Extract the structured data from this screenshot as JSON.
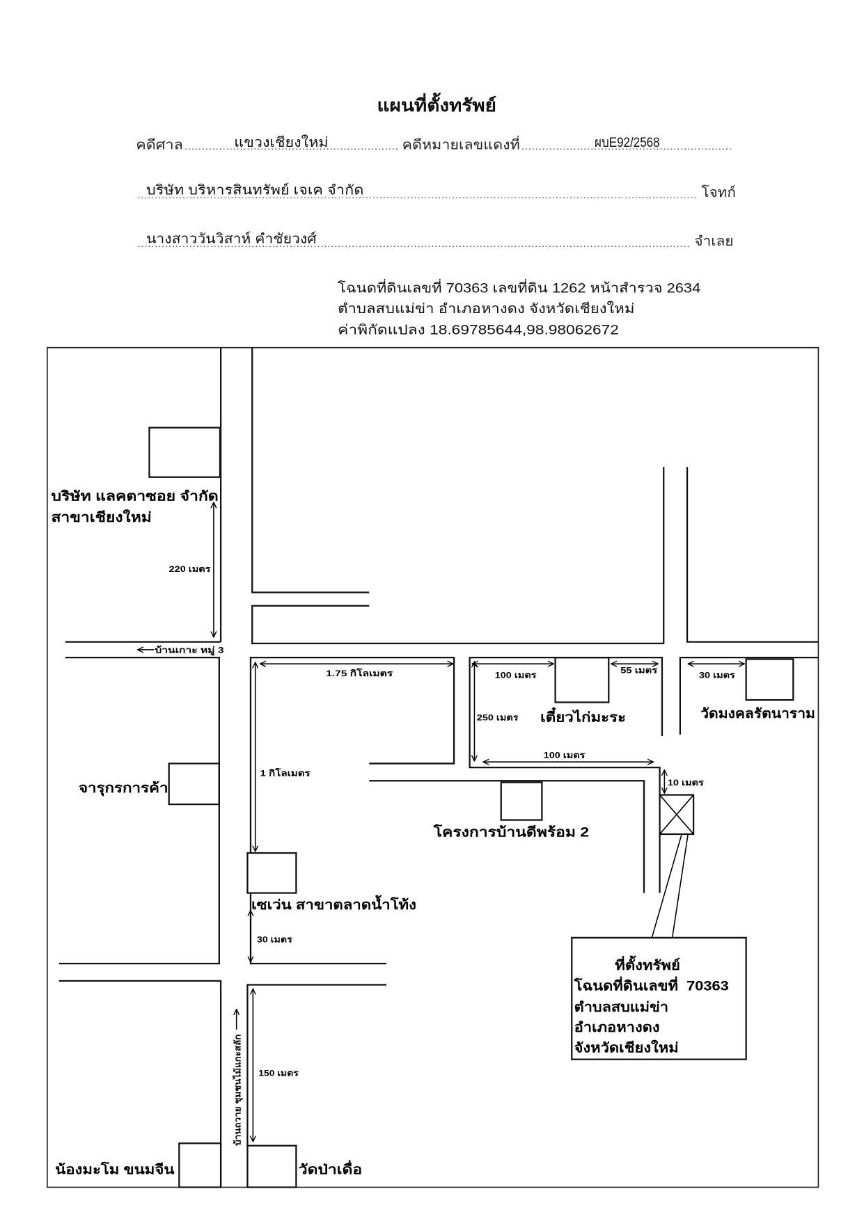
{
  "title": "แผนที่ตั้งทรัพย์",
  "case": {
    "court_label": "คดีศาล",
    "court_value": "แขวงเชียงใหม่",
    "red_case_label": "คดีหมายเลขแดงที่",
    "red_case_value": "ผบE92/2568",
    "plaintiff_name": "บริษัท บริหารสินทรัพย์ เจเค จำกัด",
    "plaintiff_label": "โจทก์",
    "defendant_name": "นางสาววันวิสาห์ คำชัยวงศ์",
    "defendant_label": "จำเลย"
  },
  "deed": {
    "line1": "โฉนดที่ดินเลขที่ 70363 เลขที่ดิน 1262 หน้าสำรวจ 2634",
    "line2": "ตำบลสบแม่ข่า อำเภอหางดง จังหวัดเชียงใหม่",
    "line3": "ค่าพิกัดแปลง 18.69785644,98.98062672"
  },
  "map": {
    "landmarks": {
      "lactasoy_line1": "บริษัท แลคตาซอย จำกัด",
      "lactasoy_line2": "สาขาเชียงใหม่",
      "baan_koh": "บ้านเกาะ หมู่ 3",
      "jaruk": "จารุกรการค้า",
      "seven_eleven": "เซเว่น สาขาตลาดน้ำโท้ง",
      "nong_mamo": "น้องมะโม ขนมจีน",
      "wat_pa_duea": "วัดป่าเดื่อ",
      "baan_tawai": "บ้านถวาย ชุมชนไม้แกะสลัก",
      "tiew_kai": "เตี๋ยวไก่มะระ",
      "wat_mongkol": "วัดมงคลรัตนาราม",
      "project": "โครงการบ้านดีพร้อม 2"
    },
    "distances": {
      "d220": "220 เมตร",
      "d1_75km": "1.75 กิโลเมตร",
      "d100_top": "100 เมตร",
      "d55": "55 เมตร",
      "d30_right": "30 เมตร",
      "d250": "250 เมตร",
      "d100_low": "100 เมตร",
      "d10": "10 เมตร",
      "d1km": "1 กิโลเมตร",
      "d30_seven": "30 เมตร",
      "d150": "150 เมตร"
    },
    "property_callout": {
      "heading": "ที่ตั้งทรัพย์",
      "deed": "โฉนดที่ดินเลขที่  70363",
      "subdistrict": "ตำบลสบแม่ข่า",
      "district": "อำเภอหางดง",
      "province": "จังหวัดเชียงใหม่"
    }
  }
}
